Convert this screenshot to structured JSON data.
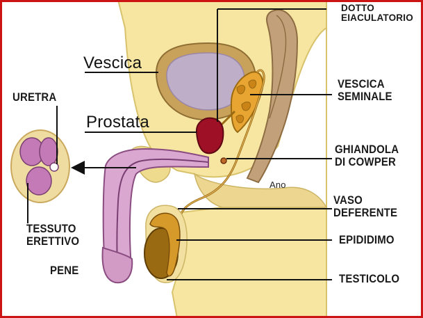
{
  "colors": {
    "border": "#cc1414",
    "background": "#ffffff",
    "skin": "#f6e6a2",
    "tissue_dark": "#d7c57a",
    "bladder_wall": "#c8a15a",
    "bladder_inner": "#bfaec8",
    "prostate": "#9e1025",
    "seminal_vesicle": "#e8a531",
    "urethra_pink": "#cd8fc3",
    "testis": "#9a6a12",
    "epididymis": "#d69a2a",
    "rectum": "#c2a07a",
    "lines": "#111111"
  },
  "labels": {
    "dotto_eiaculatorio": [
      "DOTTO",
      "EIACULATORIO"
    ],
    "vescica": "Vescica",
    "prostata": "Prostata",
    "vescica_seminale": [
      "VESCICA",
      "SEMINALE"
    ],
    "ghiandola_cowper": [
      "GHIANDOLA",
      "DI COWPER"
    ],
    "uretra": "URETRA",
    "ano": "Ano",
    "vaso_deferente": [
      "VASO",
      "DEFERENTE"
    ],
    "epididimo": "EPIDIDIMO",
    "tessuto_erettivo": [
      "TESSUTO",
      "ERETTIVO"
    ],
    "pene": "PENE",
    "testicolo": "TESTICOLO"
  }
}
